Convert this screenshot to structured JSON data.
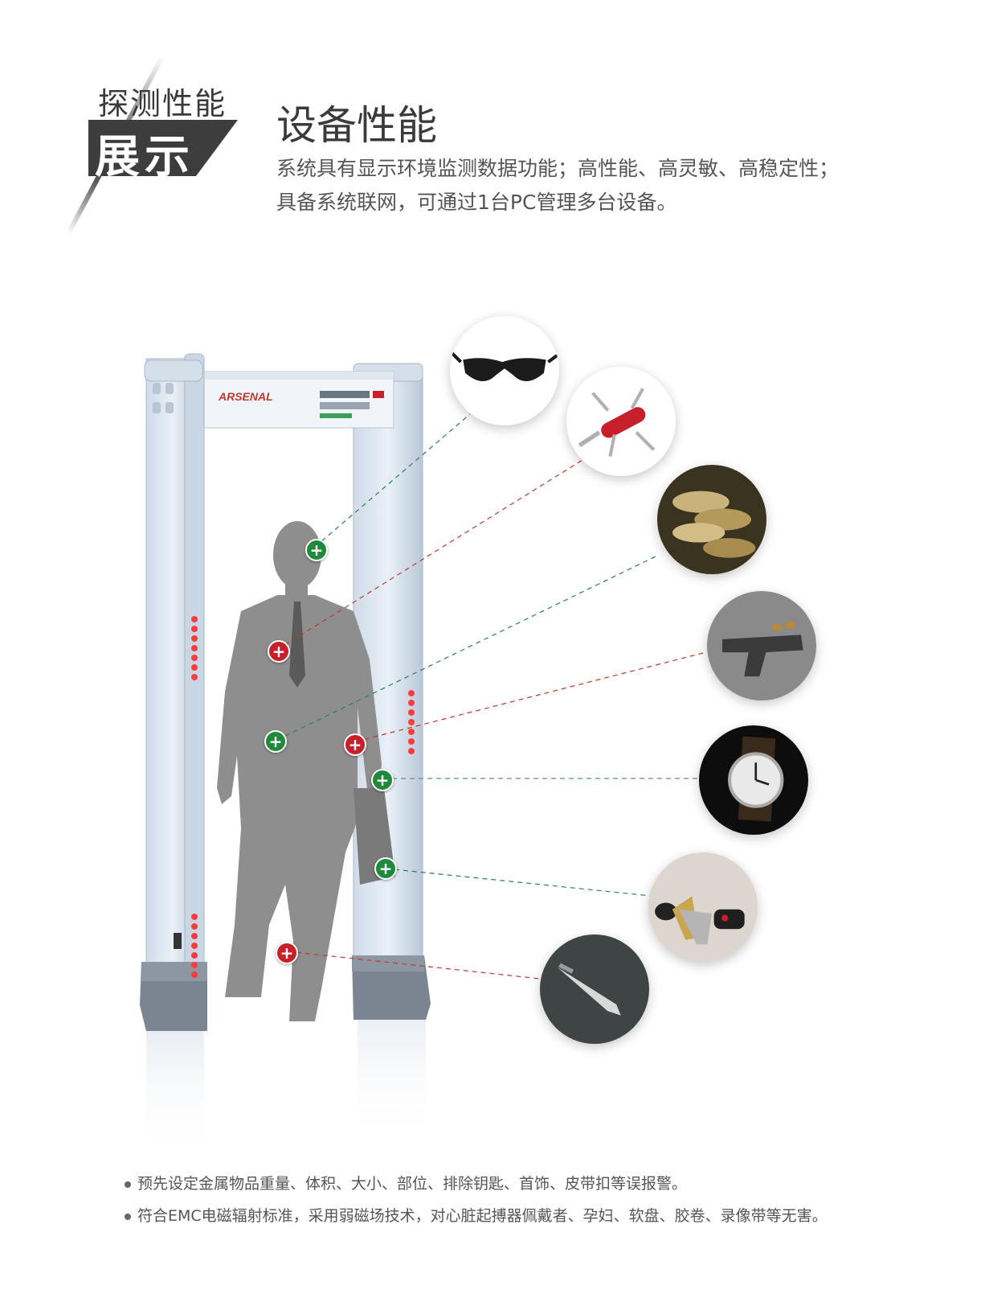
{
  "header": {
    "badge_top": "探测性能",
    "badge_bottom": "展示",
    "title": "设备性能",
    "desc_line1": "系统具有显示环境监测数据功能；高性能、高灵敏、高稳定性；",
    "desc_line2": "具备系统联网，可通过1台PC管理多台设备。"
  },
  "gate": {
    "brand": "ARSENAL"
  },
  "items": [
    {
      "name": "sunglasses",
      "marker": "green"
    },
    {
      "name": "swiss-army-knife",
      "marker": "red"
    },
    {
      "name": "coins",
      "marker": "green"
    },
    {
      "name": "handgun",
      "marker": "red"
    },
    {
      "name": "wristwatch",
      "marker": "green"
    },
    {
      "name": "car-keys",
      "marker": "green"
    },
    {
      "name": "knife-blade",
      "marker": "red"
    }
  ],
  "colors": {
    "green": "#1f8a3c",
    "red": "#c8202a",
    "badge": "#3d3d3d"
  },
  "notes": [
    "预先设定金属物品重量、体积、大小、部位、排除钥匙、首饰、皮带扣等误报警。",
    "符合EMC电磁辐射标准，采用弱磁场技术，对心脏起搏器佩戴者、孕妇、软盘、胶卷、录像带等无害。"
  ]
}
